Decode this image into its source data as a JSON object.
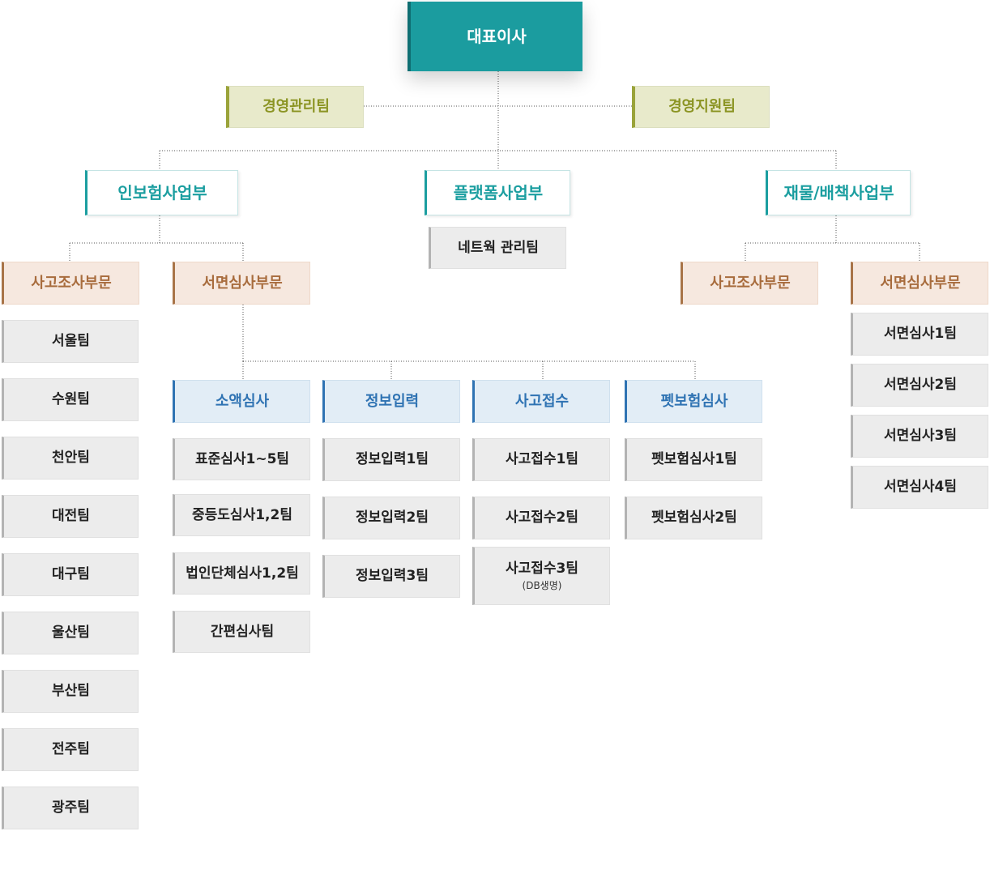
{
  "ceo": "대표이사",
  "management": {
    "left": "경영관리팀",
    "right": "경영지원팀"
  },
  "divisions": {
    "insurance": "인보험사업부",
    "platform": "플랫폼사업부",
    "property": "재물/배책사업부"
  },
  "platform_team": "네트웍 관리팀",
  "insurance_sections": {
    "accident": "사고조사부문",
    "document": "서면심사부문"
  },
  "property_sections": {
    "accident": "사고조사부문",
    "document": "서면심사부문"
  },
  "regional_teams": [
    "서울팀",
    "수원팀",
    "천안팀",
    "대전팀",
    "대구팀",
    "울산팀",
    "부산팀",
    "전주팀",
    "광주팀"
  ],
  "groups": {
    "small": {
      "label": "소액심사",
      "teams": [
        "표준심사1~5팀",
        "중등도심사1,2팀",
        "법인단체심사1,2팀",
        "간편심사팀"
      ]
    },
    "info": {
      "label": "정보입력",
      "teams": [
        "정보입력1팀",
        "정보입력2팀",
        "정보입력3팀"
      ]
    },
    "claim": {
      "label": "사고접수",
      "teams": [
        "사고접수1팀",
        "사고접수2팀",
        "사고접수3팀"
      ],
      "team3_note": "(DB생명)"
    },
    "pet": {
      "label": "펫보험심사",
      "teams": [
        "펫보험심사1팀",
        "펫보험심사2팀"
      ]
    }
  },
  "property_teams": [
    "서면심사1팀",
    "서면심사2팀",
    "서면심사3팀",
    "서면심사4팀"
  ],
  "colors": {
    "ceo": "#1b9c9f",
    "management": "#e8eacb",
    "division": "#1b9ea0",
    "section": "#f6e8df",
    "group": "#e2edf6",
    "team": "#ececec"
  }
}
